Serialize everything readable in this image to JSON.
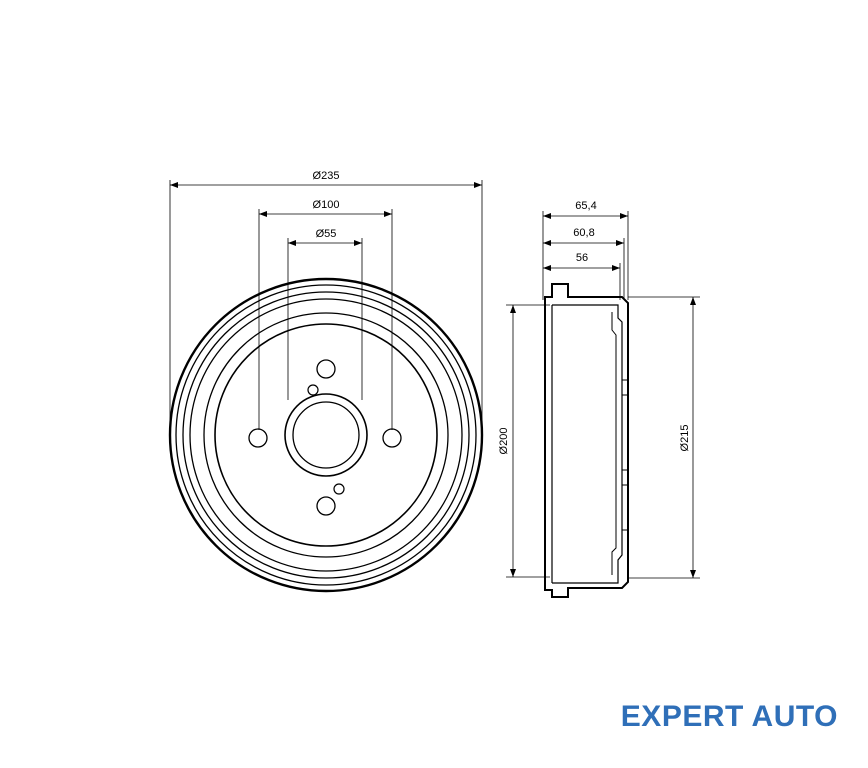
{
  "dimensions": {
    "outer_diameter": "Ø235",
    "bolt_circle": "Ø100",
    "center_bore": "Ø55",
    "inner_diameter": "Ø200",
    "flange_diameter": "Ø215",
    "total_height": "65,4",
    "mid_height": "60,8",
    "inner_depth": "56"
  },
  "brand": {
    "label": "EXPERT AUTO",
    "color": "#2f6fb8"
  }
}
